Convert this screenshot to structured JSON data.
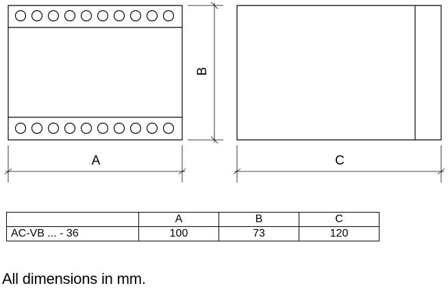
{
  "drawing": {
    "dim_a": "A",
    "dim_b": "B",
    "dim_c": "C",
    "terminal_count_per_row": 10
  },
  "table": {
    "headers": [
      "",
      "A",
      "B",
      "C"
    ],
    "rows": [
      [
        "AC-VB ... - 36",
        "100",
        "73",
        "120"
      ]
    ]
  },
  "footnote": "All dimensions in mm."
}
